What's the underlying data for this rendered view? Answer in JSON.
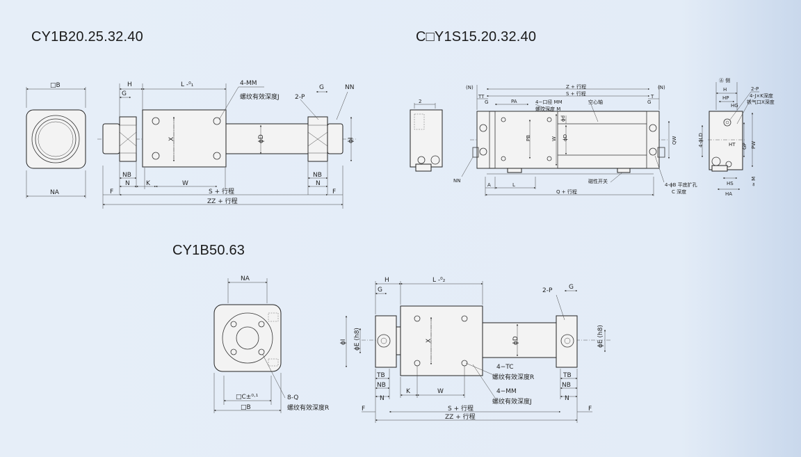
{
  "titles": {
    "cy1b_small": "CY1B20.25.32.40",
    "cy1s": "C□Y1S15.20.32.40",
    "cy1b_large": "CY1B50.63"
  },
  "cy1b_small": {
    "square_b": "□B",
    "na": "NA",
    "h": "H",
    "g": "G",
    "l": "L -⁰₁",
    "mm": "4-MM",
    "mm_depth": "螺纹有效深度J",
    "p": "2-P",
    "g2": "G",
    "nn": "NN",
    "x": "X",
    "phi_d": "ϕD",
    "phi_i": "ϕI",
    "nb_left": "NB",
    "n_left": "N",
    "k": "K",
    "w": "W",
    "nb_right": "NB",
    "n_right": "N",
    "f_left": "F",
    "f_right": "F",
    "s": "S + 行程",
    "zz": "ZZ + 行程"
  },
  "cy1s": {
    "two": "2",
    "nn": "NN",
    "n_left": "(N)",
    "n_right": "(N)",
    "z": "Z + 行程",
    "s": "S + 行程",
    "tt": "TT",
    "t": "T",
    "g_left": "G",
    "pa": "PA",
    "mm": "4−口径 MM",
    "mm_depth": "螺纹深度 M",
    "hollow": "空心轴",
    "g_right": "G",
    "phi_d_small": "ϕd",
    "phi_d": "ϕD",
    "w": "W",
    "pb": "PB",
    "qw": "QW",
    "a": "A",
    "l": "L",
    "q": "Q + 行程",
    "magnet": "磁性开关",
    "b_hole": "4-ϕB 平底扩孔",
    "c_depth": "C 深度",
    "side_a": "Ⓐ 侧",
    "h": "H",
    "hp": "HP",
    "p": "2-P",
    "k_depth": "4-J×K深度",
    "x_depth": "铁气口X深度",
    "hg": "HG",
    "ld": "4-ϕLD",
    "ht": "HT",
    "gp": "GP",
    "pw": "PW",
    "hs": "HS",
    "ha": "HA",
    "m_note": "≈ M"
  },
  "cy1b_large": {
    "na": "NA",
    "c": "□C±⁰·¹",
    "b": "□B",
    "q": "8-Q",
    "q_depth": "螺纹有效深度R",
    "h": "H",
    "g": "G",
    "l": "L -⁰₂",
    "p": "2-P",
    "g2": "G",
    "phi_i": "ϕI",
    "phi_e_left": "ϕE (h8)",
    "x": "X",
    "phi_d": "ϕD",
    "phi_e_right": "ϕE (h8)",
    "tc": "4−TC",
    "tc_depth": "螺纹有效深度R",
    "mm": "4−MM",
    "mm_depth": "螺纹有效深度J",
    "tb_left": "TB",
    "nb_left": "NB",
    "n_left": "N",
    "k": "K",
    "w": "W",
    "tb_right": "TB",
    "nb_right": "NB",
    "n_right": "N",
    "f_left": "F",
    "f_right": "F",
    "s": "S + 行程",
    "zz": "ZZ + 行程"
  }
}
